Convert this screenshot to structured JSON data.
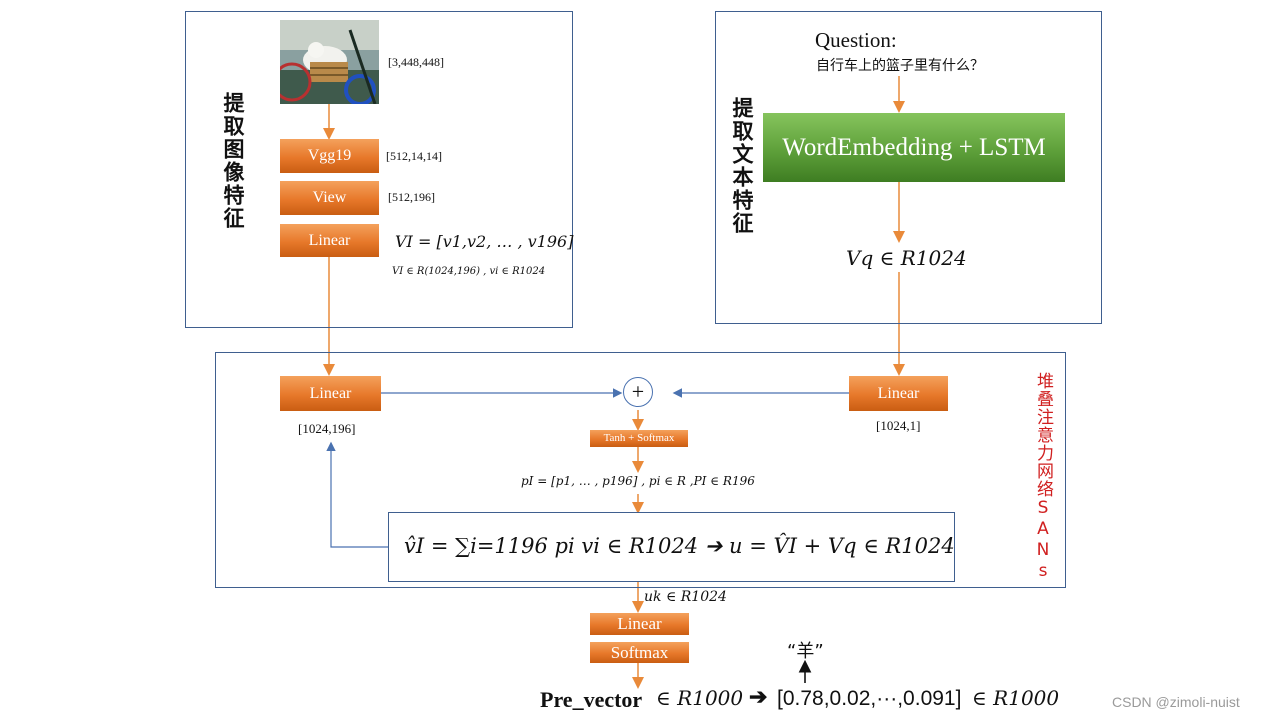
{
  "image_panel": {
    "title": "提取图像特征",
    "image_shape": "[3,448,448]",
    "vgg_label": "Vgg19",
    "vgg_shape": "[512,14,14]",
    "view_label": "View",
    "view_shape": "[512,196]",
    "linear_label": "Linear",
    "vi_formula": "VI = [v1,v2, … , v196]",
    "vi_space": "VI ∈ R(1024,196) , vi ∈ R1024"
  },
  "text_panel": {
    "title": "提取文本特征",
    "question_label": "Question:",
    "question_text": "自行车上的篮子里有什么？",
    "embed_label": "WordEmbedding + LSTM",
    "vq_formula": "Vq ∈ R1024"
  },
  "san_panel": {
    "title": "堆叠注意力网络SANs",
    "linear_left": "Linear",
    "shape_left": "[1024,196]",
    "linear_right": "Linear",
    "shape_right": "[1024,1]",
    "plus": "+",
    "tanh_softmax": "Tanh + Softmax",
    "p_formula": "pI = [p1, … , p196] , pi ∈ R ,PI ∈ R196",
    "attn_formula": "v̂I = ∑i=1196 pi vi ∈ R1024 ➔ u = V̂I + Vq ∈ R1024"
  },
  "output": {
    "uk_formula": "uk ∈ R1024",
    "linear_label": "Linear",
    "softmax_label": "Softmax",
    "pre_vector": "Pre_vector",
    "pre_space": "∈ R1000",
    "result_vector": "[0.78,0.02,···,0.091]",
    "result_space": "∈ R1000",
    "answer": "“羊”"
  },
  "watermark": "CSDN @zimoli-nuist",
  "colors": {
    "arrow_orange": "#e98a3a",
    "arrow_blue": "#4a72b0",
    "sans_title_red": "#d02020"
  }
}
